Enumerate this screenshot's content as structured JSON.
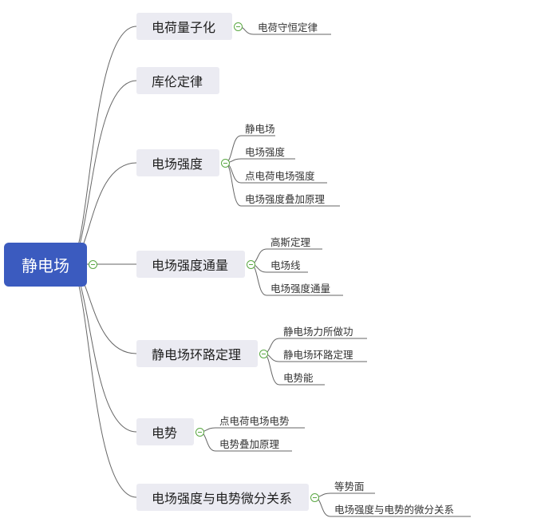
{
  "root": {
    "label": "静电场"
  },
  "branches": [
    {
      "label": "电荷量子化",
      "children": [
        "电荷守恒定律"
      ]
    },
    {
      "label": "库伦定律",
      "children": []
    },
    {
      "label": "电场强度",
      "children": [
        "静电场",
        "电场强度",
        "点电荷电场强度",
        "电场强度叠加原理"
      ]
    },
    {
      "label": "电场强度通量",
      "children": [
        "高斯定理",
        "电场线",
        "电场强度通量"
      ]
    },
    {
      "label": "静电场环路定理",
      "children": [
        "静电场力所做功",
        "静电场环路定理",
        "电势能"
      ]
    },
    {
      "label": "电势",
      "children": [
        "点电荷电场电势",
        "电势叠加原理"
      ]
    },
    {
      "label": "电场强度与电势微分关系",
      "children": [
        "等势面",
        "电场强度与电势的微分关系"
      ]
    }
  ],
  "colors": {
    "root_fill": "#3b5bbf",
    "branch_fill": "#ebebf2",
    "line": "#666666",
    "toggle": "#5aa843"
  }
}
